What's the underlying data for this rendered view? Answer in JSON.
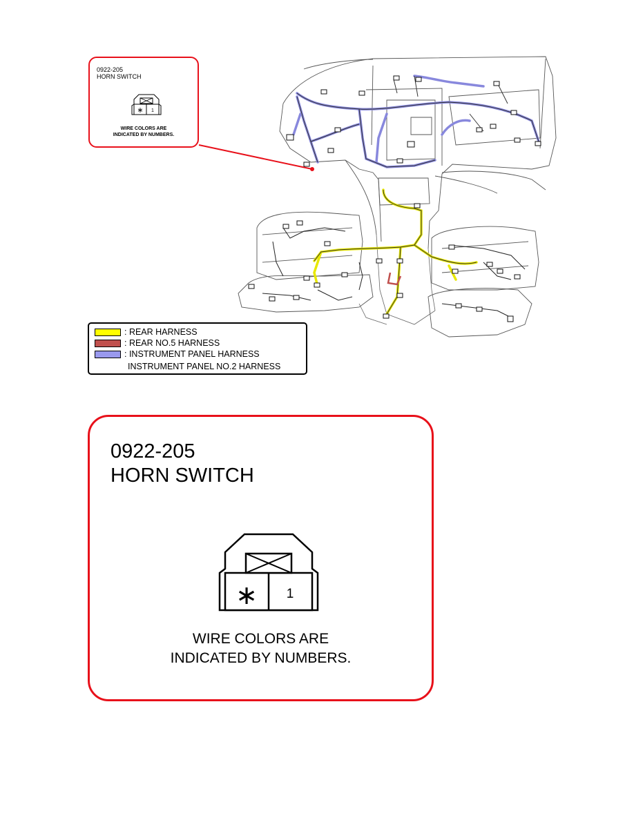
{
  "connector": {
    "code": "0922-205",
    "name": "HORN SWITCH",
    "note_line1": "WIRE COLORS ARE",
    "note_line2": "INDICATED BY NUMBERS.",
    "pins": [
      {
        "symbol": "∗"
      },
      {
        "symbol": "1"
      }
    ]
  },
  "legend": {
    "items": [
      {
        "label": ": REAR HARNESS",
        "color": "#ffff00"
      },
      {
        "label": ": REAR NO.5 HARNESS",
        "color": "#c0504d"
      },
      {
        "label": ": INSTRUMENT PANEL HARNESS",
        "color": "#9999ee"
      }
    ],
    "continuation": "INSTRUMENT PANEL NO.2 HARNESS"
  },
  "colors": {
    "callout_border": "#e8101a",
    "rear_harness": "#ffff00",
    "rear_no5_harness": "#c0504d",
    "instrument_panel_harness": "#9999ee"
  }
}
